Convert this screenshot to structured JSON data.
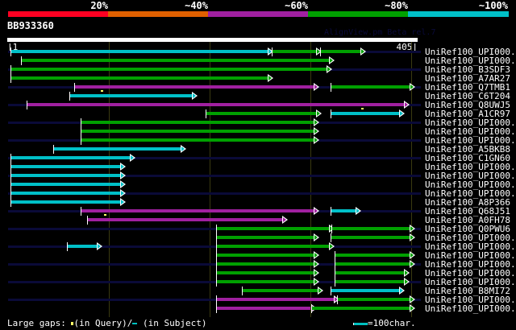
{
  "header": {
    "percent_labels": [
      "20%",
      "~40%",
      "~60%",
      "~80%",
      "~100%"
    ],
    "percent_colors": [
      "#ff0022",
      "#e06000",
      "#a020a0",
      "#00a000",
      "#00c0c8"
    ],
    "query_name": "BB933360",
    "watermark": "AlignView.pm Beta rel.7",
    "query_start": "|1",
    "query_end": "405|"
  },
  "query_length": 405,
  "colors": {
    "cyan": "#00c0c8",
    "green": "#00a000",
    "magenta": "#a020a0",
    "background_line": "#0a0a38"
  },
  "rows": [
    {
      "label": "UniRef100_UPI000..",
      "bg": true,
      "segs": [
        [
          2,
          261,
          "cyan"
        ],
        [
          265,
          309,
          "green"
        ],
        [
          313,
          354,
          "green"
        ]
      ]
    },
    {
      "label": "UniRef100_UPI000..",
      "bg": false,
      "segs": [
        [
          12,
          322,
          "green"
        ]
      ]
    },
    {
      "label": "UniRef100_B3SDF3",
      "bg": true,
      "segs": [
        [
          2,
          320,
          "green"
        ]
      ]
    },
    {
      "label": "UniRef100_A7AR27",
      "bg": false,
      "segs": [
        [
          2,
          261,
          "green"
        ]
      ]
    },
    {
      "label": "UniRef100_Q7TMB1",
      "bg": true,
      "segs": [
        [
          66,
          307,
          "magenta"
        ],
        [
          324,
          403,
          "green"
        ]
      ],
      "qgaps": [
        93
      ]
    },
    {
      "label": "UniRef100_C6T204",
      "bg": false,
      "segs": [
        [
          61,
          184,
          "cyan"
        ]
      ]
    },
    {
      "label": "UniRef100_Q8UWJ5",
      "bg": true,
      "segs": [
        [
          18,
          398,
          "magenta"
        ]
      ],
      "qgaps": [
        355
      ]
    },
    {
      "label": "UniRef100_A1CR97",
      "bg": false,
      "segs": [
        [
          198,
          309,
          "green"
        ],
        [
          324,
          393,
          "cyan"
        ]
      ]
    },
    {
      "label": "UniRef100_UPI000..",
      "bg": true,
      "segs": [
        [
          72,
          307,
          "green"
        ]
      ]
    },
    {
      "label": "UniRef100_UPI000..",
      "bg": false,
      "segs": [
        [
          72,
          307,
          "green"
        ]
      ]
    },
    {
      "label": "UniRef100_UPI000..",
      "bg": true,
      "segs": [
        [
          72,
          307,
          "green"
        ]
      ]
    },
    {
      "label": "UniRef100_A5BKB8",
      "bg": false,
      "segs": [
        [
          45,
          173,
          "cyan"
        ]
      ]
    },
    {
      "label": "UniRef100_C1GN60",
      "bg": true,
      "segs": [
        [
          2,
          122,
          "cyan"
        ]
      ]
    },
    {
      "label": "UniRef100_UPI000..",
      "bg": false,
      "segs": [
        [
          2,
          112,
          "cyan"
        ]
      ]
    },
    {
      "label": "UniRef100_UPI000..",
      "bg": true,
      "segs": [
        [
          2,
          112,
          "cyan"
        ]
      ]
    },
    {
      "label": "UniRef100_UPI000..",
      "bg": false,
      "segs": [
        [
          2,
          112,
          "cyan"
        ]
      ]
    },
    {
      "label": "UniRef100_UPI000..",
      "bg": true,
      "segs": [
        [
          2,
          112,
          "cyan"
        ]
      ]
    },
    {
      "label": "UniRef100_A8P366",
      "bg": false,
      "segs": [
        [
          2,
          112,
          "cyan"
        ]
      ]
    },
    {
      "label": "UniRef100_Q68J51",
      "bg": true,
      "segs": [
        [
          72,
          307,
          "magenta"
        ],
        [
          324,
          349,
          "cyan"
        ]
      ],
      "qgaps": [
        96
      ]
    },
    {
      "label": "UniRef100_A0FH78",
      "bg": false,
      "segs": [
        [
          79,
          275,
          "magenta"
        ]
      ]
    },
    {
      "label": "UniRef100_Q0PWU6",
      "bg": true,
      "segs": [
        [
          209,
          322,
          "green"
        ],
        [
          325,
          403,
          "green"
        ]
      ]
    },
    {
      "label": "UniRef100_UPI000..",
      "bg": false,
      "segs": [
        [
          209,
          307,
          "green"
        ],
        [
          324,
          403,
          "green"
        ]
      ]
    },
    {
      "label": "UniRef100_UPI000..",
      "bg": true,
      "segs": [
        [
          59,
          89,
          "cyan"
        ],
        [
          209,
          322,
          "green"
        ]
      ]
    },
    {
      "label": "UniRef100_UPI000..",
      "bg": false,
      "segs": [
        [
          209,
          307,
          "green"
        ],
        [
          328,
          403,
          "green"
        ]
      ]
    },
    {
      "label": "UniRef100_UPI000..",
      "bg": true,
      "segs": [
        [
          209,
          307,
          "green"
        ],
        [
          328,
          403,
          "green"
        ]
      ]
    },
    {
      "label": "UniRef100_UPI000..",
      "bg": false,
      "segs": [
        [
          209,
          307,
          "green"
        ],
        [
          328,
          398,
          "green"
        ]
      ]
    },
    {
      "label": "UniRef100_UPI000..",
      "bg": true,
      "segs": [
        [
          209,
          307,
          "green"
        ],
        [
          328,
          398,
          "green"
        ]
      ]
    },
    {
      "label": "UniRef100_B8MI72",
      "bg": false,
      "segs": [
        [
          235,
          311,
          "green"
        ],
        [
          324,
          393,
          "cyan"
        ]
      ]
    },
    {
      "label": "UniRef100_UPI000..",
      "bg": true,
      "segs": [
        [
          209,
          327,
          "magenta"
        ],
        [
          330,
          403,
          "green"
        ]
      ]
    },
    {
      "label": "UniRef100_UPI000..",
      "bg": false,
      "segs": [
        [
          209,
          304,
          "magenta"
        ],
        [
          304,
          403,
          "green"
        ]
      ]
    }
  ],
  "footer": {
    "large_gaps_label": "Large gaps:",
    "in_query": "(in Query)/",
    "in_subject": " (in Subject)",
    "scale_label": "=100char."
  }
}
